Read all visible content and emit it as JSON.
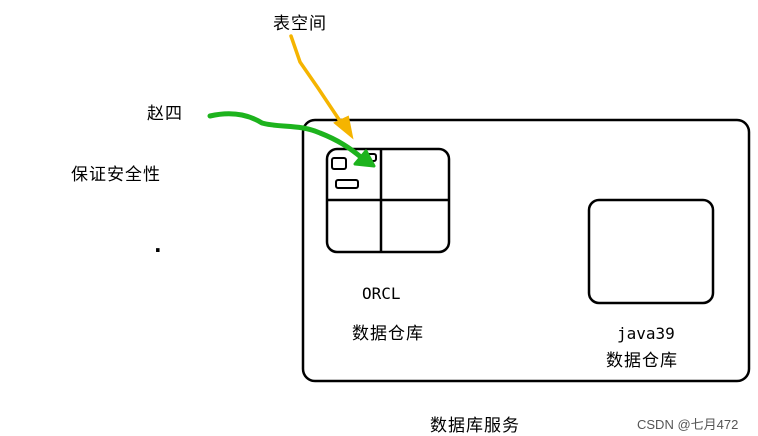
{
  "labels": {
    "tablespace": "表空间",
    "user": "赵四",
    "security": "保证安全性",
    "dot": "·",
    "orcl_name": "ORCL",
    "orcl_caption": "数据仓库",
    "java_name": "java39",
    "java_caption": "数据仓库",
    "service": "数据库服务"
  },
  "watermark": "CSDN @七月472",
  "colors": {
    "outline": "#000000",
    "green_arrow": "#1db31d",
    "yellow_arrow": "#f5b400"
  }
}
